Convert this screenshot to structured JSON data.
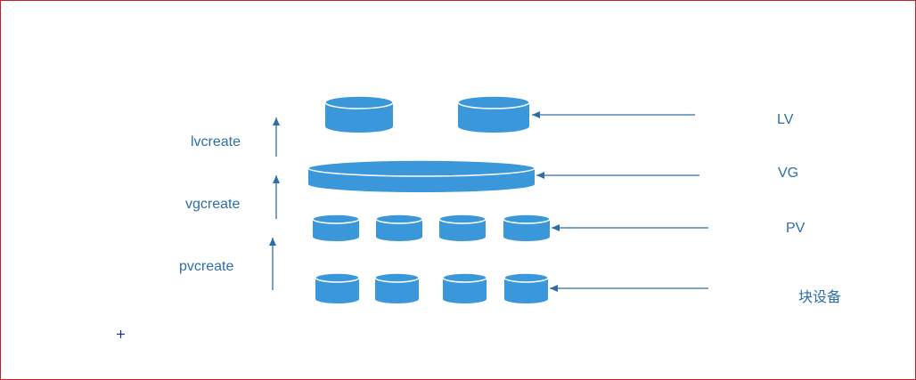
{
  "colors": {
    "disk_fill": "#3a98da",
    "disk_top": "#3a98da",
    "disk_edge": "#ffffff",
    "arrow": "#2e6ea8",
    "label": "#2e6ea8",
    "frame": "#c8202a"
  },
  "layers": {
    "lv": "LV",
    "vg": "VG",
    "pv": "PV",
    "block": "块设备"
  },
  "commands": {
    "lvcreate": "lvcreate",
    "vgcreate": "vgcreate",
    "pvcreate": "pvcreate"
  },
  "icons": {
    "cursor": "crosshair-cursor-icon"
  }
}
